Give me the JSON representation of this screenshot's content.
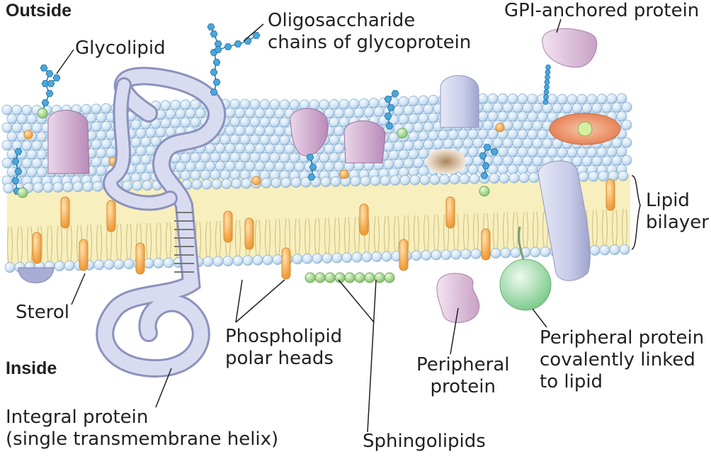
{
  "labels": {
    "outside": "Outside",
    "inside": "Inside",
    "glycolipid": "Glycolipid",
    "oligosaccharide_line1": "Oligosaccharide",
    "oligosaccharide_line2": "chains of glycoprotein",
    "gpi": "GPI-anchored protein",
    "lipid_line1": "Lipid",
    "lipid_line2": "bilayer",
    "sterol": "Sterol",
    "phospholipid_line1": "Phospholipid",
    "phospholipid_line2": "polar heads",
    "peripheral_line1": "Peripheral",
    "peripheral_line2": "protein",
    "peripheral_cov_line1": "Peripheral protein",
    "peripheral_cov_line2": "covalently linked",
    "peripheral_cov_line3": "to lipid",
    "integral_line1": "Integral protein",
    "integral_line2": "(single transmembrane helix)",
    "sphingolipids": "Sphingolipids"
  },
  "colors": {
    "lipid_head": "#cfe3f4",
    "lipid_head_edge": "#8fb2d2",
    "tail_band": "#f7efbd",
    "sterol": "#f3a445",
    "sphingolipid_head": "#a9d98d",
    "integral_protein": "#c9cde9",
    "glycoprotein": "#c89cc6",
    "sugar": "#4aa7de",
    "peripheral_cov": "#9bd9a4",
    "raft_protein": "#e8835a"
  }
}
